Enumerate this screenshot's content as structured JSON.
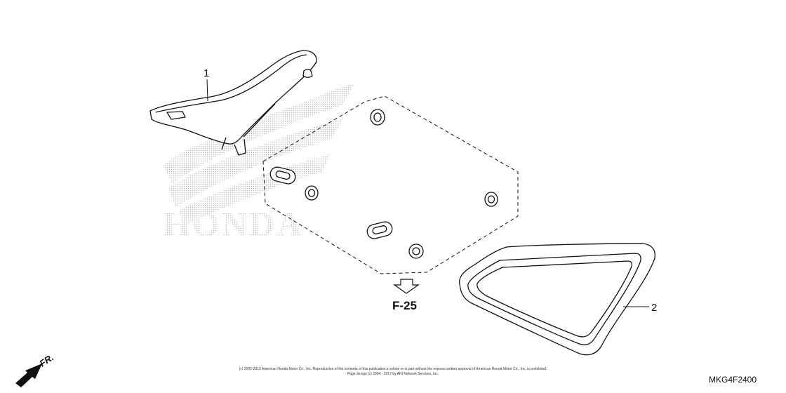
{
  "diagram": {
    "callouts": {
      "seat": "1",
      "side_cover": "2"
    },
    "reference": "F-25",
    "part_code": "MKG4F2400",
    "front_indicator": "FR.",
    "copyright": {
      "line1": "(c) 2002-2013 American Honda Motor Co., Inc. Reproduction of the contents of this publication in whole or in part without the express written approval of American Honda Motor Co., Inc. is prohibited.",
      "line2": "Page design (c) 2004 - 2017 by ARI Network Services, Inc."
    },
    "watermark": {
      "text": "HONDA",
      "color": "#c8c8c8"
    },
    "line_color": "#111111"
  }
}
